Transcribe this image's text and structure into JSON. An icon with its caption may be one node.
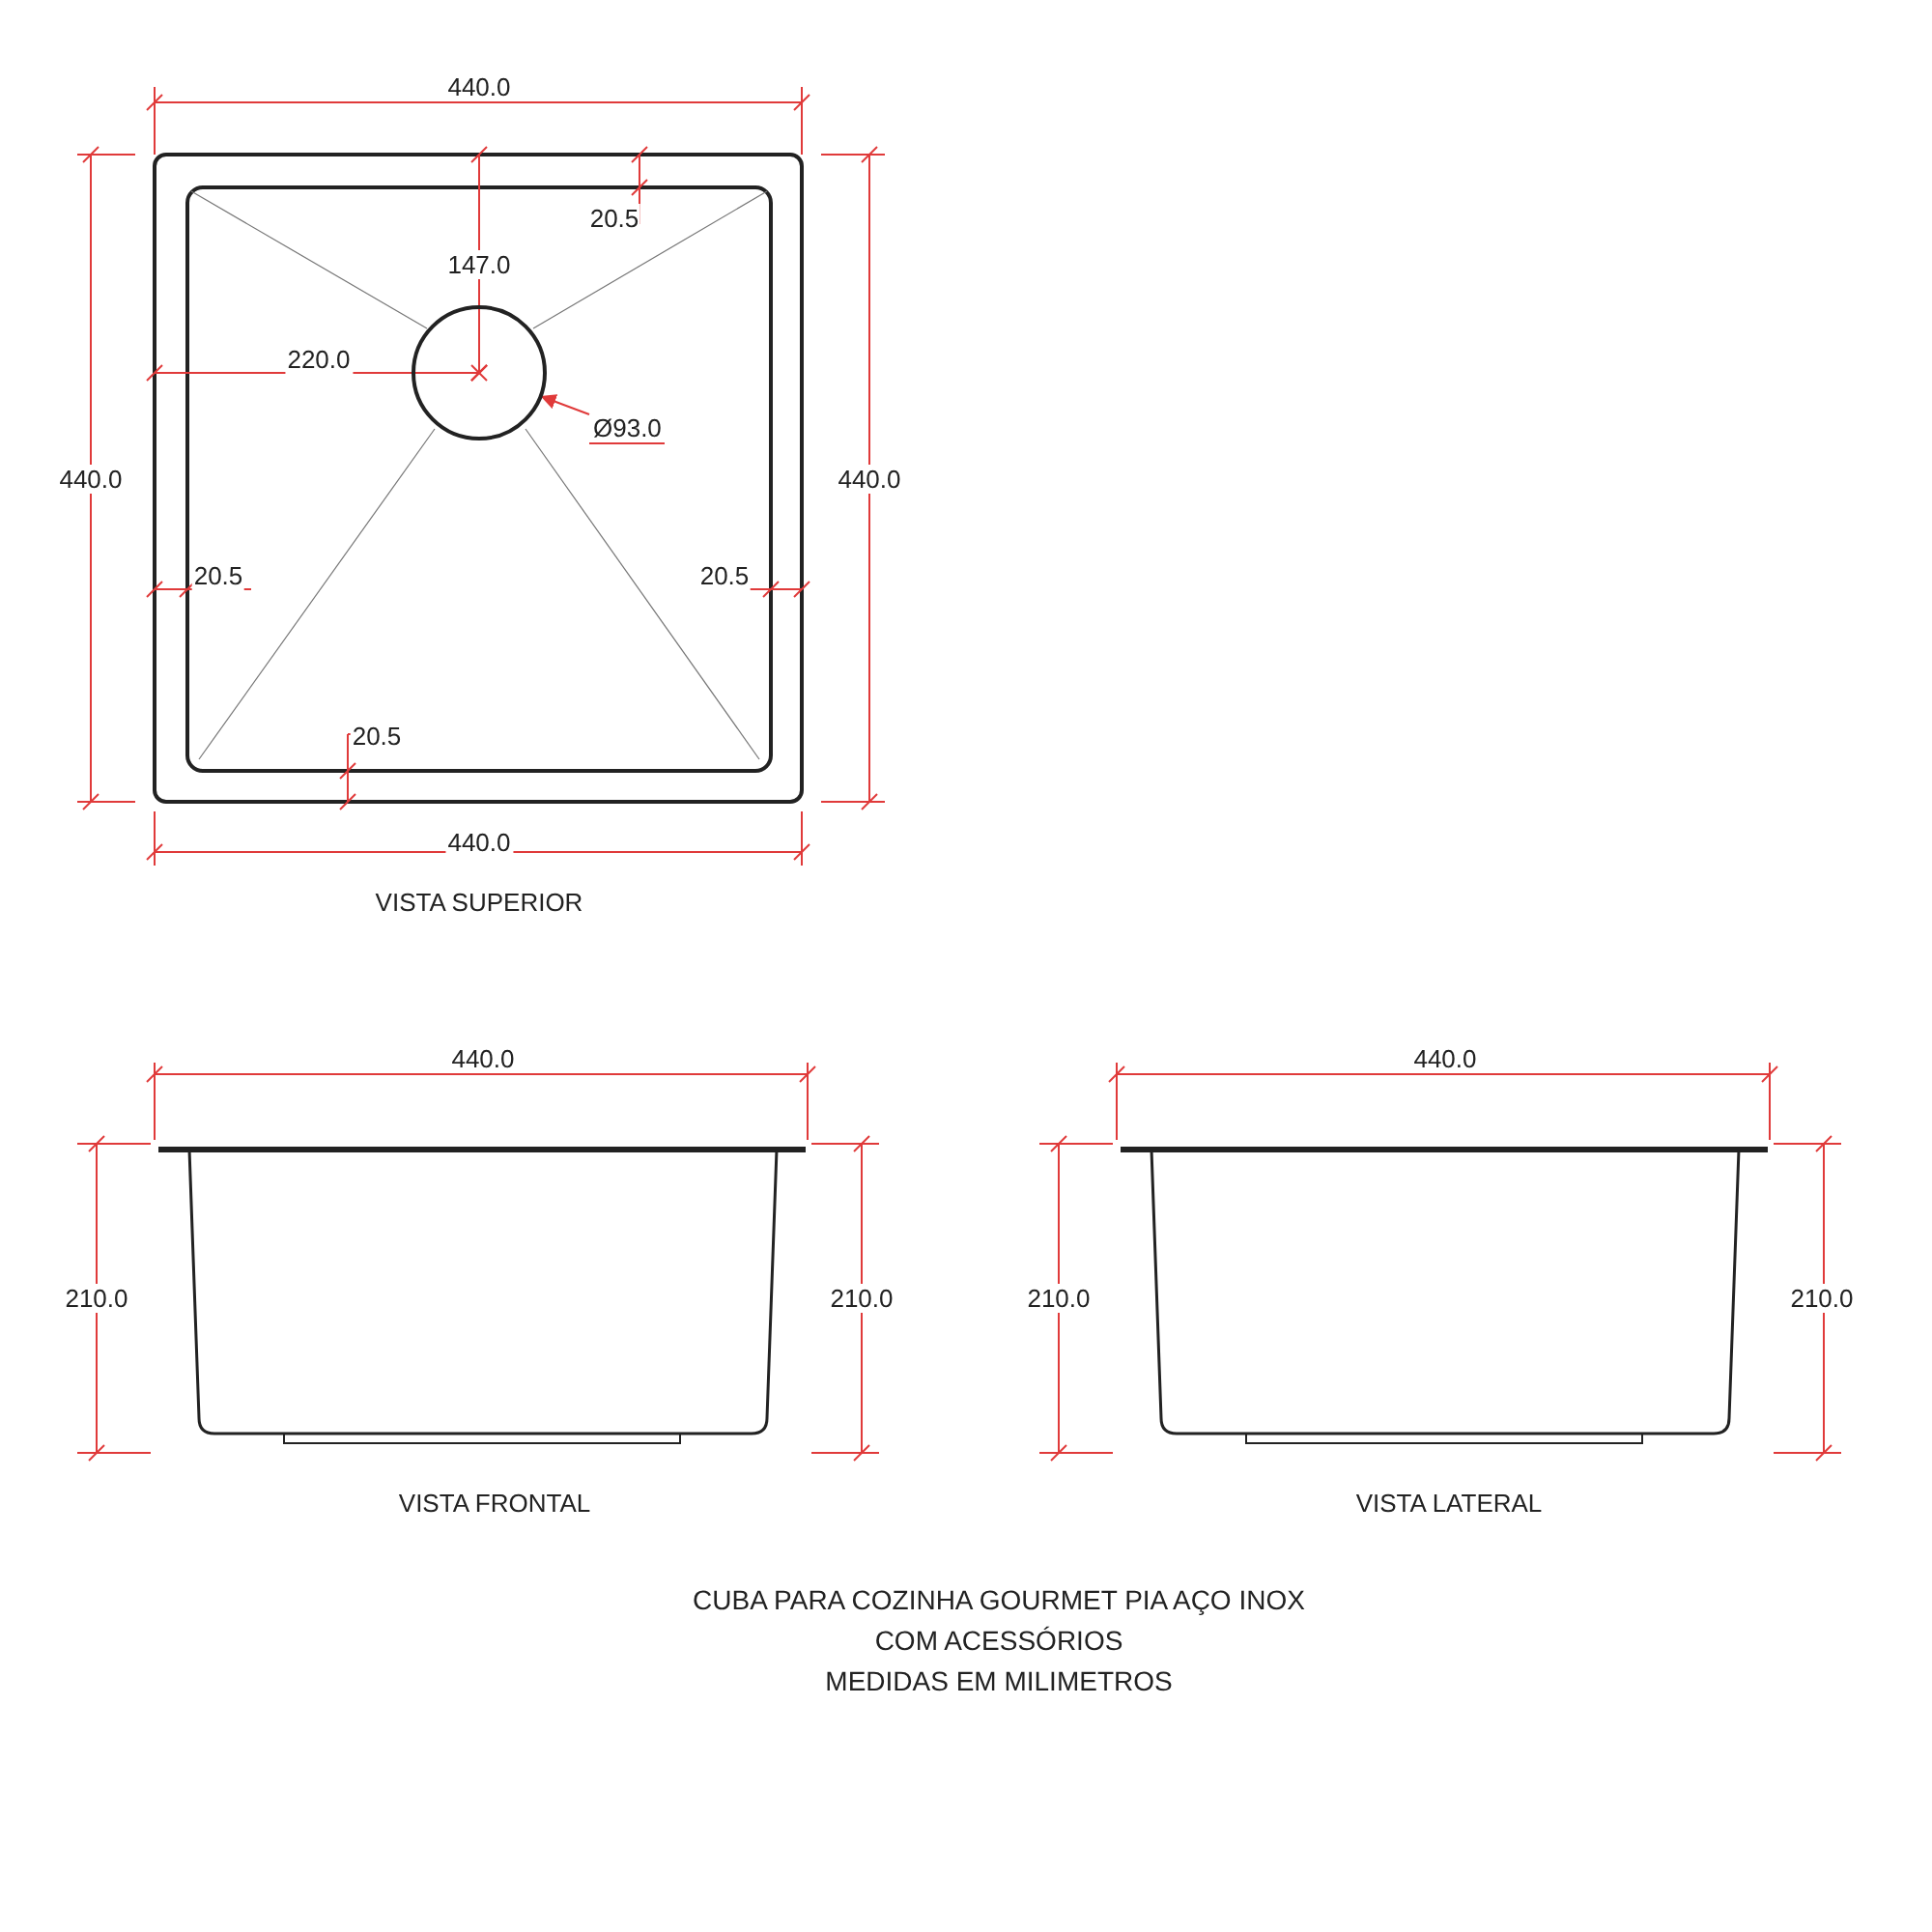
{
  "diagram": {
    "caption": "CUBA PARA COZINHA GOURMET PIA AÇO INOX COM ACESSÓRIOS",
    "nodes": [
      {
        "text": [
          "Ø93.0"
        ]
      },
      {
        "text": [],
        "shape": "circle"
      }
    ],
    "edges": [
      {
        "from": 0,
        "to": 1,
        "arrow": "to"
      }
    ],
    "labels": [
      "440.0",
      "20.5",
      "147.0",
      "220.0",
      "440.0",
      "440.0",
      "20.5",
      "20.5",
      "20.5",
      "440.0",
      "VISTA SUPERIOR",
      "440.0",
      "440.0",
      "210.0",
      "210.0",
      "210.0",
      "210.0",
      "VISTA FRONTAL",
      "VISTA LATERAL",
      "MEDIDAS EM MILIMETROS"
    ]
  }
}
